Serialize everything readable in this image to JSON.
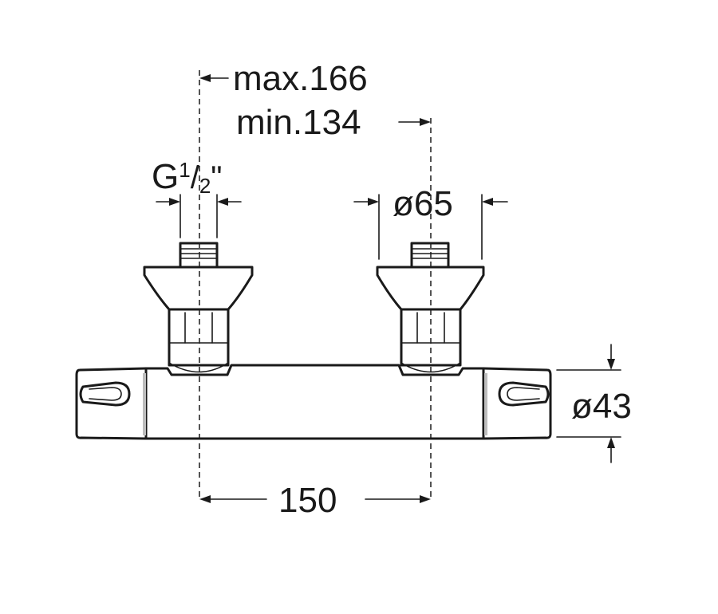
{
  "dimensions": {
    "max_spacing": "max.166",
    "min_spacing": "min.134",
    "thread_size": "G",
    "thread_fraction_num": "1",
    "thread_fraction_den": "2",
    "thread_unit": "\"",
    "cone_diameter": "ø65",
    "body_diameter": "ø43",
    "center_spacing": "150"
  },
  "colors": {
    "line": "#1a1a1a",
    "background": "#ffffff",
    "shade": "#bdbdbd"
  }
}
